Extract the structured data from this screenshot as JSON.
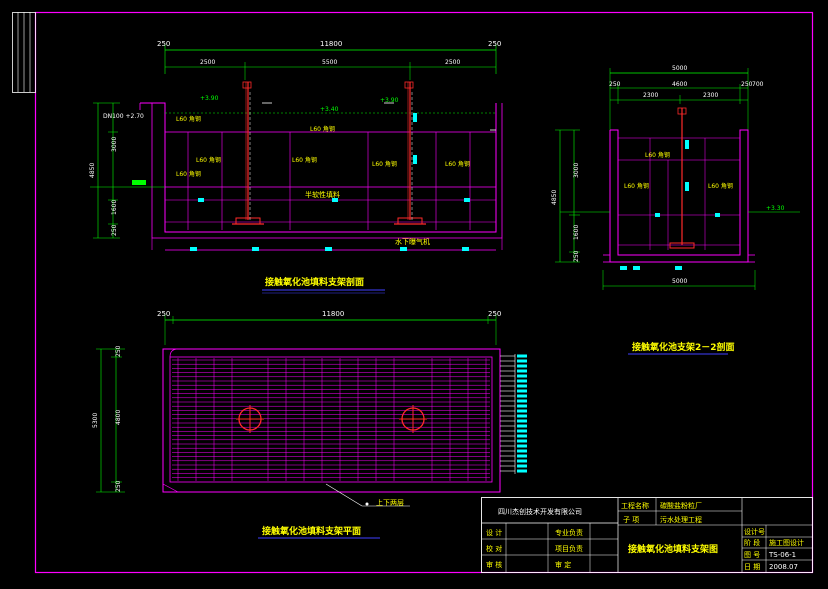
{
  "colors": {
    "background": "#000000",
    "border": "#ff00ff",
    "dim": "#00ff00",
    "structure": "#ff00ff",
    "pipe": "#ff2a2a",
    "media": "#ffffff",
    "highlight": "#00ffff",
    "text_label": "#ffff00",
    "title_underline": "#4040ff"
  },
  "section_1_1": {
    "title": "接触氧化池填料支架剖面",
    "dims_top": {
      "left": "250",
      "total": "11800",
      "right": "250"
    },
    "dims_sub": [
      "2500",
      "5500",
      "2500"
    ],
    "dims_vertical": {
      "total": "4850",
      "upper": "3000",
      "lower": "1600",
      "bottom": "250"
    },
    "pipe_label": "DN100 +2.70",
    "levels": [
      "+3.90",
      "+3.40",
      "+3.90"
    ],
    "angle_labels": [
      "L60 角钢",
      "L60 角钢",
      "L60 角钢",
      "L60 角钢",
      "L60 角钢",
      "L60 角钢"
    ],
    "media_label": "半软性填料",
    "aerator_label": "水下曝气机"
  },
  "section_2_2": {
    "title": "接触氧化池支架2－2剖面",
    "dims_top": {
      "total": "5000",
      "a": "4600",
      "b": "700",
      "left": "250",
      "right": "250",
      "c": "2300",
      "d": "2300"
    },
    "dims_vertical": {
      "total": "4850",
      "upper": "3000",
      "lower": "1600",
      "bottom": "250"
    },
    "dims_bottom": "5000",
    "angle_labels": [
      "L60 角钢",
      "L60 角钢",
      "L60 角钢"
    ],
    "level": "+3.30"
  },
  "plan": {
    "title": "接触氧化池填料支架平面",
    "dims_top": {
      "left": "250",
      "total": "11800",
      "right": "250"
    },
    "dims_vertical": {
      "total": "5300",
      "upper": "250",
      "middle": "4800",
      "lower": "250"
    },
    "note": "上下两层"
  },
  "title_block": {
    "company": "四川杰创技术开发有限公司",
    "project_label": "工程名称",
    "project_value": "碳酸盐粉粒厂",
    "subitem_label": "子 项",
    "subitem_value": "污水处理工程",
    "drawing_title": "接触氧化池填料支架图",
    "rows": [
      {
        "label": "设 计",
        "sign": "专业负责"
      },
      {
        "label": "校 对",
        "sign": "项目负责"
      },
      {
        "label": "审 核",
        "sign": "审 定"
      }
    ],
    "meta": [
      {
        "label": "设计号",
        "value": ""
      },
      {
        "label": "阶 段",
        "value": "施工图设计"
      },
      {
        "label": "图 号",
        "value": "TS-06-1"
      },
      {
        "label": "日 期",
        "value": "2008.07"
      }
    ]
  }
}
